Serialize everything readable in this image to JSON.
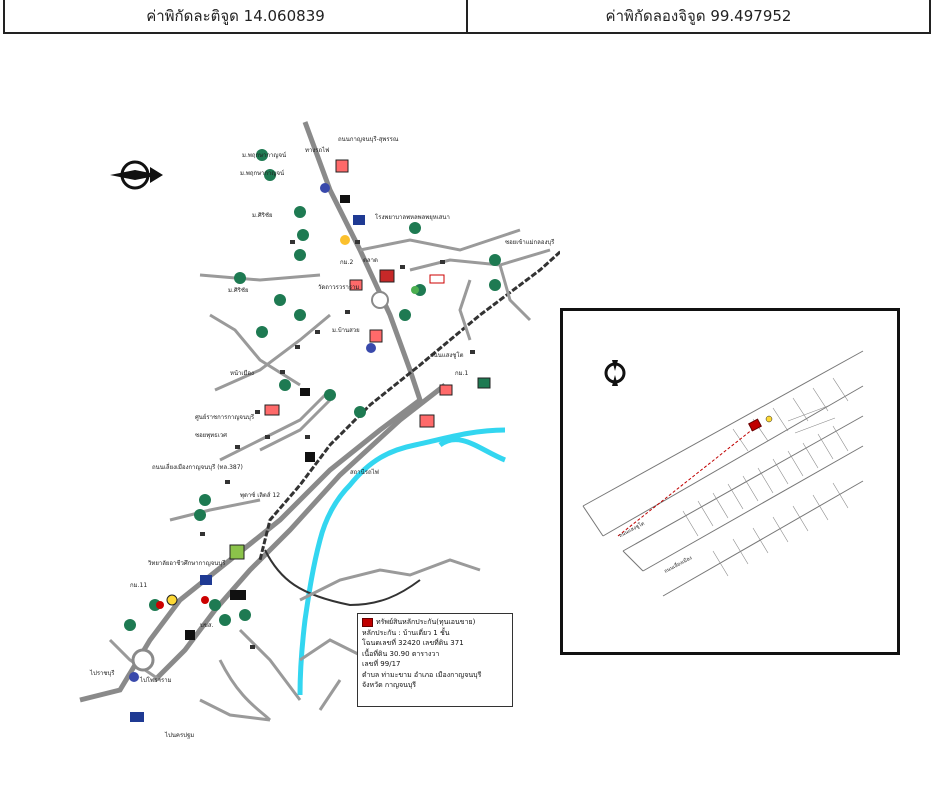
{
  "coordinates": {
    "latitude_text": "ค่าพิกัดละติจูด 14.060839",
    "longitude_text": "ค่าพิกัดลองจิจูด 99.497952"
  },
  "map": {
    "labels": {
      "l1": "ถนนกาญจนบุรี-สุพรรณ",
      "l2": "ม.พฤกษากาญจน์",
      "l3": "ม.ศิริชัย",
      "l4": "โรงพยาบาลพหลพลพยุหเสนา",
      "l5": "ทางรถไฟ",
      "l6": "ซอยเข้าแม่กลองบุรี",
      "l7": "วัดถาวรวราราม",
      "l8": "ตลาด",
      "l9": "ม.บ้านสวย",
      "l10": "ถนนแสงชูโต",
      "l11": "หน้าเมือง",
      "l12": "ศูนย์ราชการกาญจนบุรี",
      "l13": "ซอยพุทธเวศ",
      "l14": "ถนนเลี่ยงเมืองกาญจนบุรี (ทล.387)",
      "l15": "พุดาซ์ เลิตส์ 12",
      "l16": "วิทยาลัยอาชีวศึกษากาญจนบุรี",
      "l17": "บขส.",
      "l18": "ไปราชบุรี",
      "l19": "ไปนครปฐม",
      "l20": "ไปโพธาราม",
      "l21": "สถานีรถไฟ",
      "l22": "กม.1",
      "l23": "กม.2",
      "l24": "กม.11"
    }
  },
  "legend": {
    "title": "ทรัพย์สินหลักประกัน(ทุนเอนขาย)",
    "type": "หลักประกัน :      บ้านเดี่ยว 1 ชั้น",
    "deed": "โฉนดเลขที่ 32420      เลขที่ดิน 371",
    "area": "เนื้อที่ดิน  30.90      ตารางวา",
    "house_no": "เลขที่ 99/17",
    "subdistrict": "ตำบล   ท่ามะขาม      อำเภอ   เมืองกาญจนบุรี",
    "province": "จังหวัด   กาญจนบุรี"
  },
  "inset": {
    "road_label_1": "ถนนแสงชูโต",
    "road_label_2": "ถนนเลี่ยงเมือง"
  },
  "colors": {
    "road": "#8a8a8a",
    "railway": "#333333",
    "river": "#33d6f0",
    "tree": "#1e7a52",
    "property": "#c00000",
    "border": "#111111"
  }
}
